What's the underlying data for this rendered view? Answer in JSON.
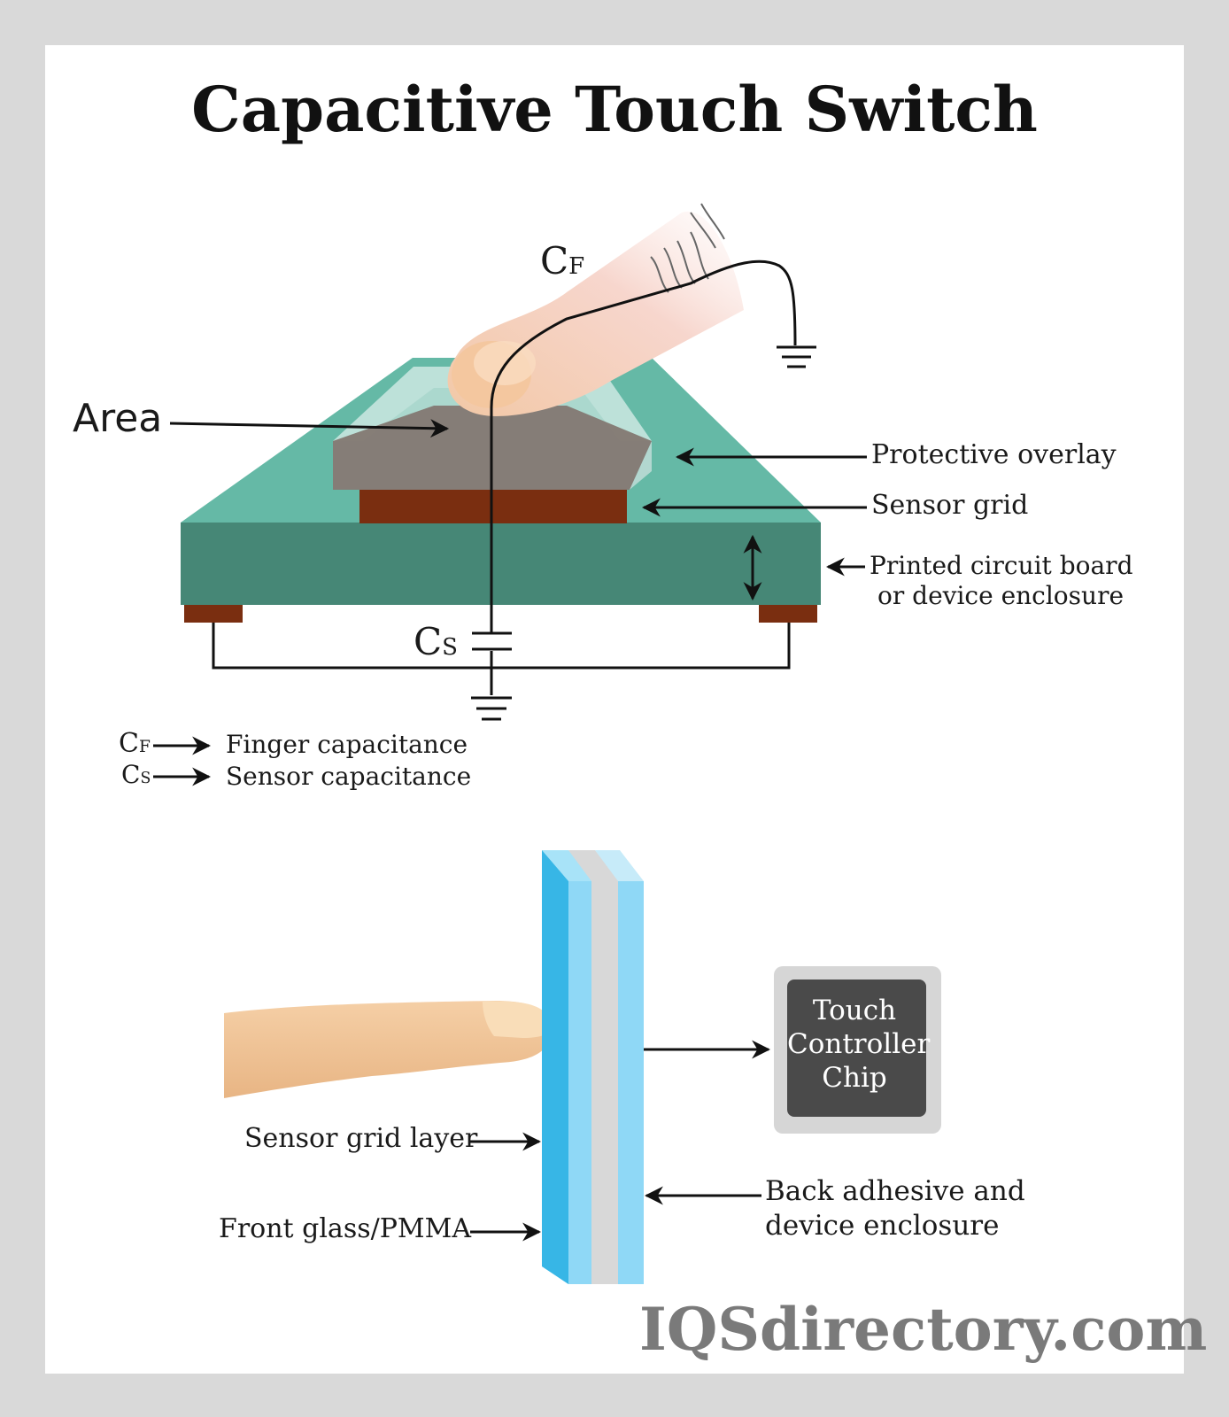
{
  "title": "Capacitive Touch Switch",
  "top_diagram": {
    "cf_label": {
      "main": "C",
      "sub": "F"
    },
    "cs_label": {
      "main": "C",
      "sub": "S"
    },
    "area_label": "Area",
    "protective_overlay_label": "Protective overlay",
    "sensor_grid_label": "Sensor grid",
    "pcb_label_line1": "Printed circuit board",
    "pcb_label_line2": "or device enclosure"
  },
  "legend": [
    {
      "symbol_main": "C",
      "symbol_sub": "F",
      "text": "Finger capacitance"
    },
    {
      "symbol_main": "C",
      "symbol_sub": "S",
      "text": "Sensor capacitance"
    }
  ],
  "bottom_diagram": {
    "chip_line1": "Touch",
    "chip_line2": "Controller",
    "chip_line3": "Chip",
    "sensor_grid_layer_label": "Sensor grid layer",
    "front_glass_label": "Front glass/PMMA",
    "back_adhesive_line1": "Back adhesive and",
    "back_adhesive_line2": "device enclosure"
  },
  "brand": "IQSdirectory.com",
  "colors": {
    "pcb_top": "#65b9a6",
    "pcb_side": "#468776",
    "sensor_grid": "#7a2e10",
    "overlay_glass": "#bfe0da",
    "overlay_gray": "#837872",
    "finger": "#f3c9a4",
    "glass_blue": "#37b6e6",
    "glass_light": "#8fd8f6",
    "adhesive": "#d8d8d8",
    "chip_dark": "#4a4a4a",
    "chip_frame": "#d6d6d6"
  }
}
